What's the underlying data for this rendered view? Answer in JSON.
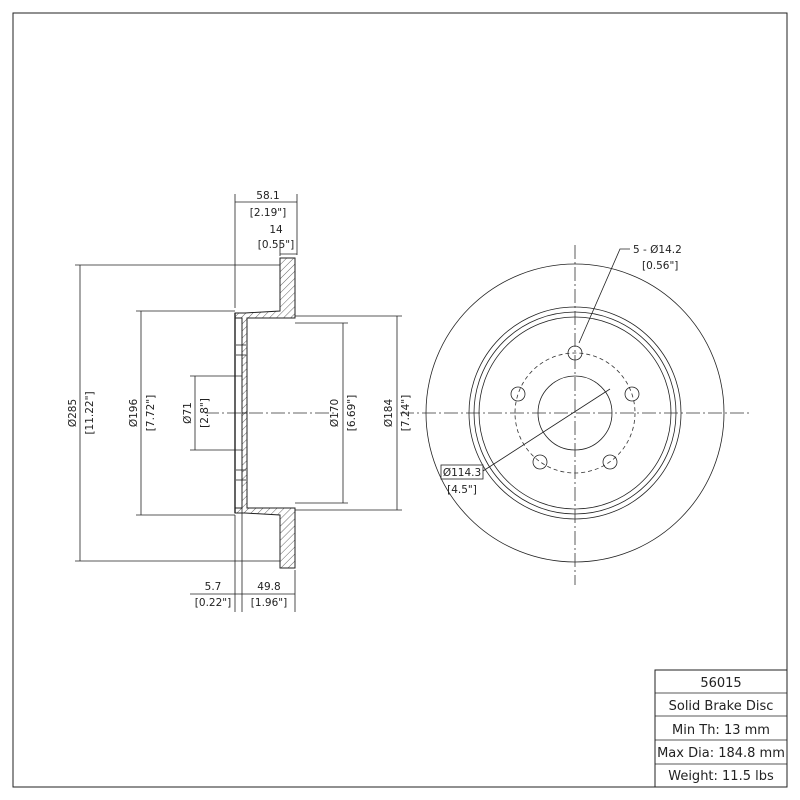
{
  "side_view": {
    "overall_width": {
      "mm": "58.1",
      "in": "[2.19\"]"
    },
    "disc_thickness": {
      "mm": "14",
      "in": "[0.55\"]"
    },
    "outer_diameter": {
      "mm": "Ø285",
      "in": "[11.22\"]"
    },
    "hat_outer_diameter": {
      "mm": "Ø196",
      "in": "[7.72\"]"
    },
    "center_bore": {
      "mm": "Ø71",
      "in": "[2.8\"]"
    },
    "inner_diameter_170": {
      "mm": "Ø170",
      "in": "[6.69\"]"
    },
    "inner_diameter_184": {
      "mm": "Ø184",
      "in": "[7.24\"]"
    },
    "hat_thickness": {
      "mm": "5.7",
      "in": "[0.22\"]"
    },
    "hat_height": {
      "mm": "49.8",
      "in": "[1.96\"]"
    }
  },
  "front_view": {
    "bolt_holes": {
      "mm": "5 - Ø14.2",
      "in": "[0.56\"]"
    },
    "bolt_circle": {
      "mm": "Ø114.3",
      "in": "[4.5\"]"
    }
  },
  "title_block": {
    "part_number": "56015",
    "type": "Solid Brake Disc",
    "min_thickness": "Min Th: 13 mm",
    "max_diameter": "Max Dia: 184.8 mm",
    "weight": "Weight: 11.5 lbs"
  }
}
